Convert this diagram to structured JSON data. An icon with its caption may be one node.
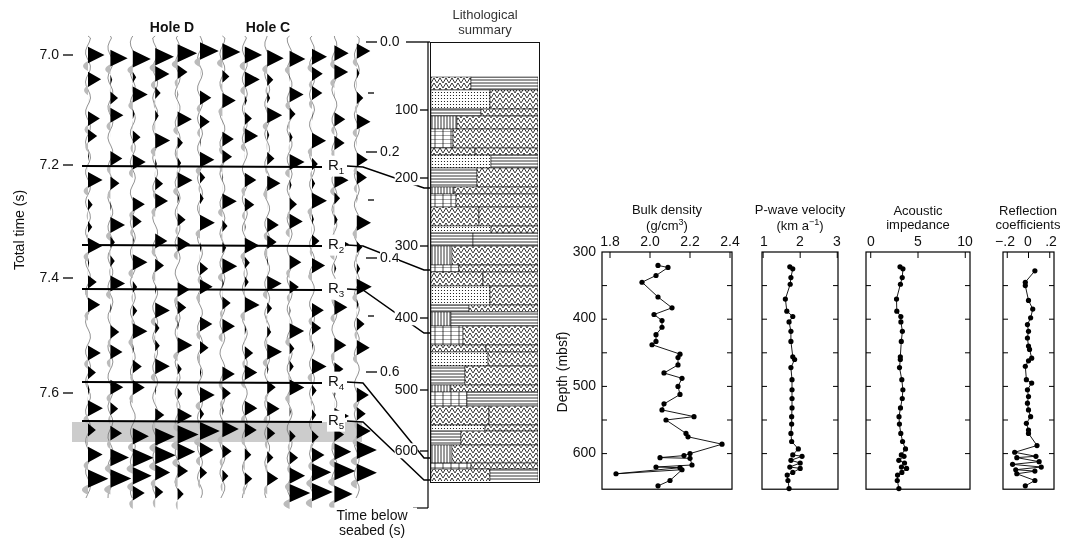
{
  "diagram": {
    "nodes": [
      {
        "text": [
          "R$_{1}$"
        ]
      },
      {
        "text": [
          "R$_{2}$"
        ]
      },
      {
        "text": [
          "R$_{3}$"
        ]
      },
      {
        "text": [
          "R$_{4}$"
        ]
      },
      {
        "text": [
          "R$_{5}$"
        ]
      },
      {
        "text": [
          "Lithological summary"
        ]
      }
    ],
    "edges": [
      {
        "from": 0,
        "to": 5,
        "arrow": "none"
      },
      {
        "from": 1,
        "to": 5,
        "arrow": "none"
      },
      {
        "from": 2,
        "to": 5,
        "arrow": "none"
      },
      {
        "from": 3,
        "to": 5,
        "arrow": "none"
      },
      {
        "from": 4,
        "to": 5,
        "arrow": "none"
      }
    ],
    "labels": [
      "Hole D",
      "Hole C",
      "7.0",
      "7.2",
      "7.4",
      "7.6",
      "Total time (s)",
      "0.0",
      "0.2",
      "0.4",
      "0.6",
      "Time below seabed (s)",
      "100",
      "200",
      "300",
      "400",
      "500",
      "600",
      "Bulk density (g/cm$^{3}$)",
      "P-wave velocity (km a$^{−1}$)",
      "Acoustic impedance",
      "Reflection coefficients",
      "1.8",
      "2.0",
      "2.2",
      "2.4",
      "1",
      "2",
      "3",
      "0",
      "5",
      "10",
      "−.2",
      "0",
      ".2",
      "300",
      "400",
      "500",
      "600",
      "Depth (mbsf)"
    ]
  }
}
